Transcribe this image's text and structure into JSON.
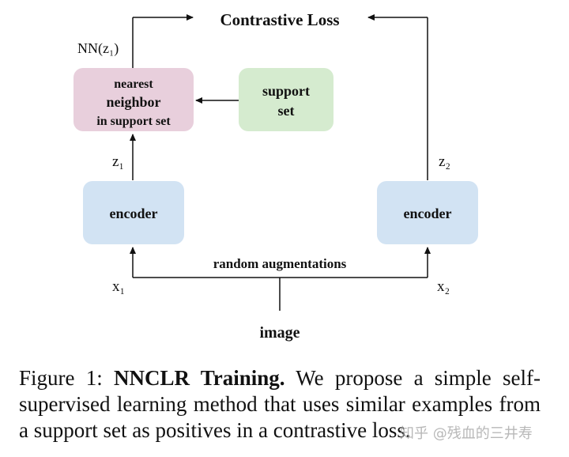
{
  "diagram": {
    "title": "Contrastive Loss",
    "nn_label": "NN(z₁)",
    "nearest_box": [
      "nearest",
      "neighbor",
      "in support set"
    ],
    "support_box": [
      "support",
      "set"
    ],
    "encoder_left": "encoder",
    "encoder_right": "encoder",
    "z1_label": "z₁",
    "z2_label": "z₂",
    "x1_label": "x₁",
    "x2_label": "x₂",
    "augment_label": "random augmentations",
    "image_label": "image",
    "colors": {
      "nearest_fill": "#e8cfdc",
      "support_fill": "#d5ebcf",
      "encoder_fill": "#d2e3f3",
      "line": "#111111"
    }
  },
  "caption": {
    "label": "Figure 1:",
    "title": "NNCLR Training.",
    "body": "We propose a simple self-supervised learning method that uses similar examples from a support set as positives in a contrastive loss."
  },
  "watermark": "知乎 @残血的三井寿"
}
